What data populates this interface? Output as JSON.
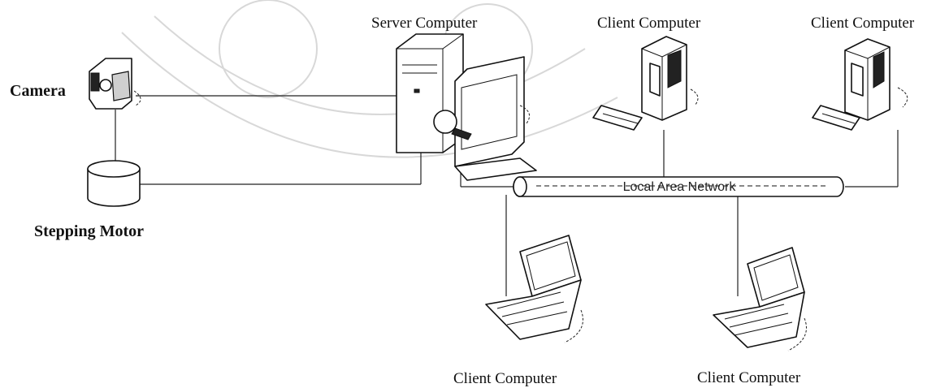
{
  "diagram": {
    "nodes": {
      "camera": "Camera",
      "stepping_motor": "Stepping Motor",
      "server": "Server Computer",
      "client_top_1": "Client Computer",
      "client_top_2": "Client Computer",
      "client_bottom_1": "Client Computer",
      "client_bottom_2": "Client Computer"
    },
    "network": "Local Area Network"
  }
}
